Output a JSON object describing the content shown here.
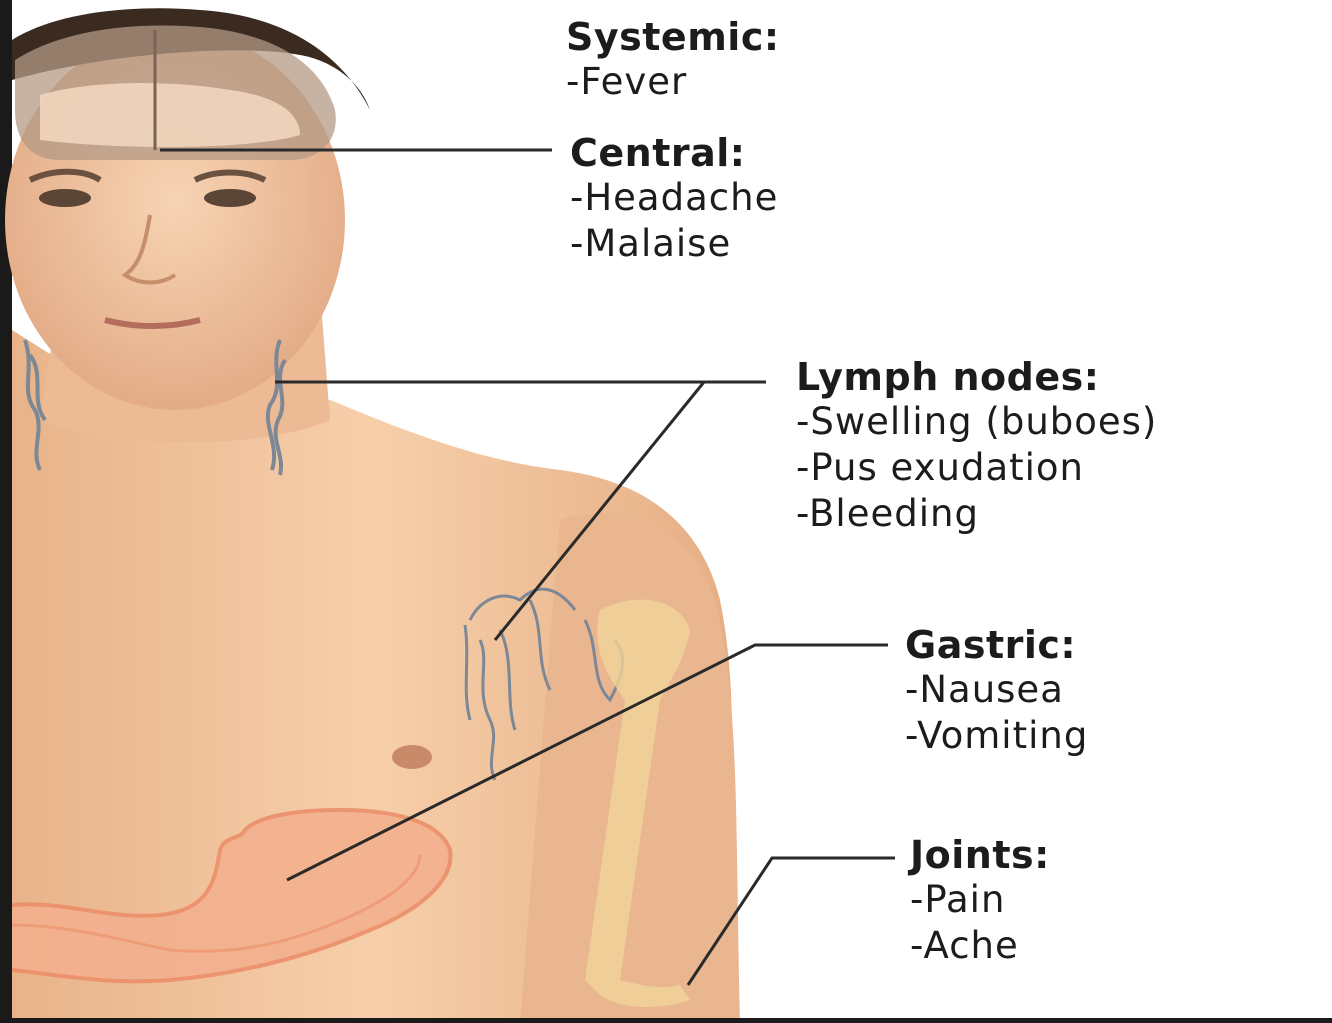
{
  "groups": [
    {
      "title": "Systemic",
      "colon": ":",
      "items": [
        "-Fever"
      ]
    },
    {
      "title": "Central",
      "colon": ":",
      "items": [
        "-Headache",
        "-Malaise"
      ]
    },
    {
      "title": "Lymph nodes",
      "colon": ":",
      "items": [
        "-Swelling (buboes)",
        "-Pus exudation",
        "-Bleeding"
      ]
    },
    {
      "title": "Gastric",
      "colon": ":",
      "items": [
        "-Nausea",
        "-Vomiting"
      ]
    },
    {
      "title": "Joints",
      "colon": ":",
      "items": [
        "-Pain",
        "-Ache"
      ]
    }
  ],
  "colors": {
    "skin": "#f2c39c",
    "hair": "#3a2a20",
    "brain": "#e9c6a8",
    "stomach": "#ef9a72",
    "bone": "#f0d59a",
    "leader_line": "#2a2a2a",
    "text": "#1c1c1c"
  }
}
